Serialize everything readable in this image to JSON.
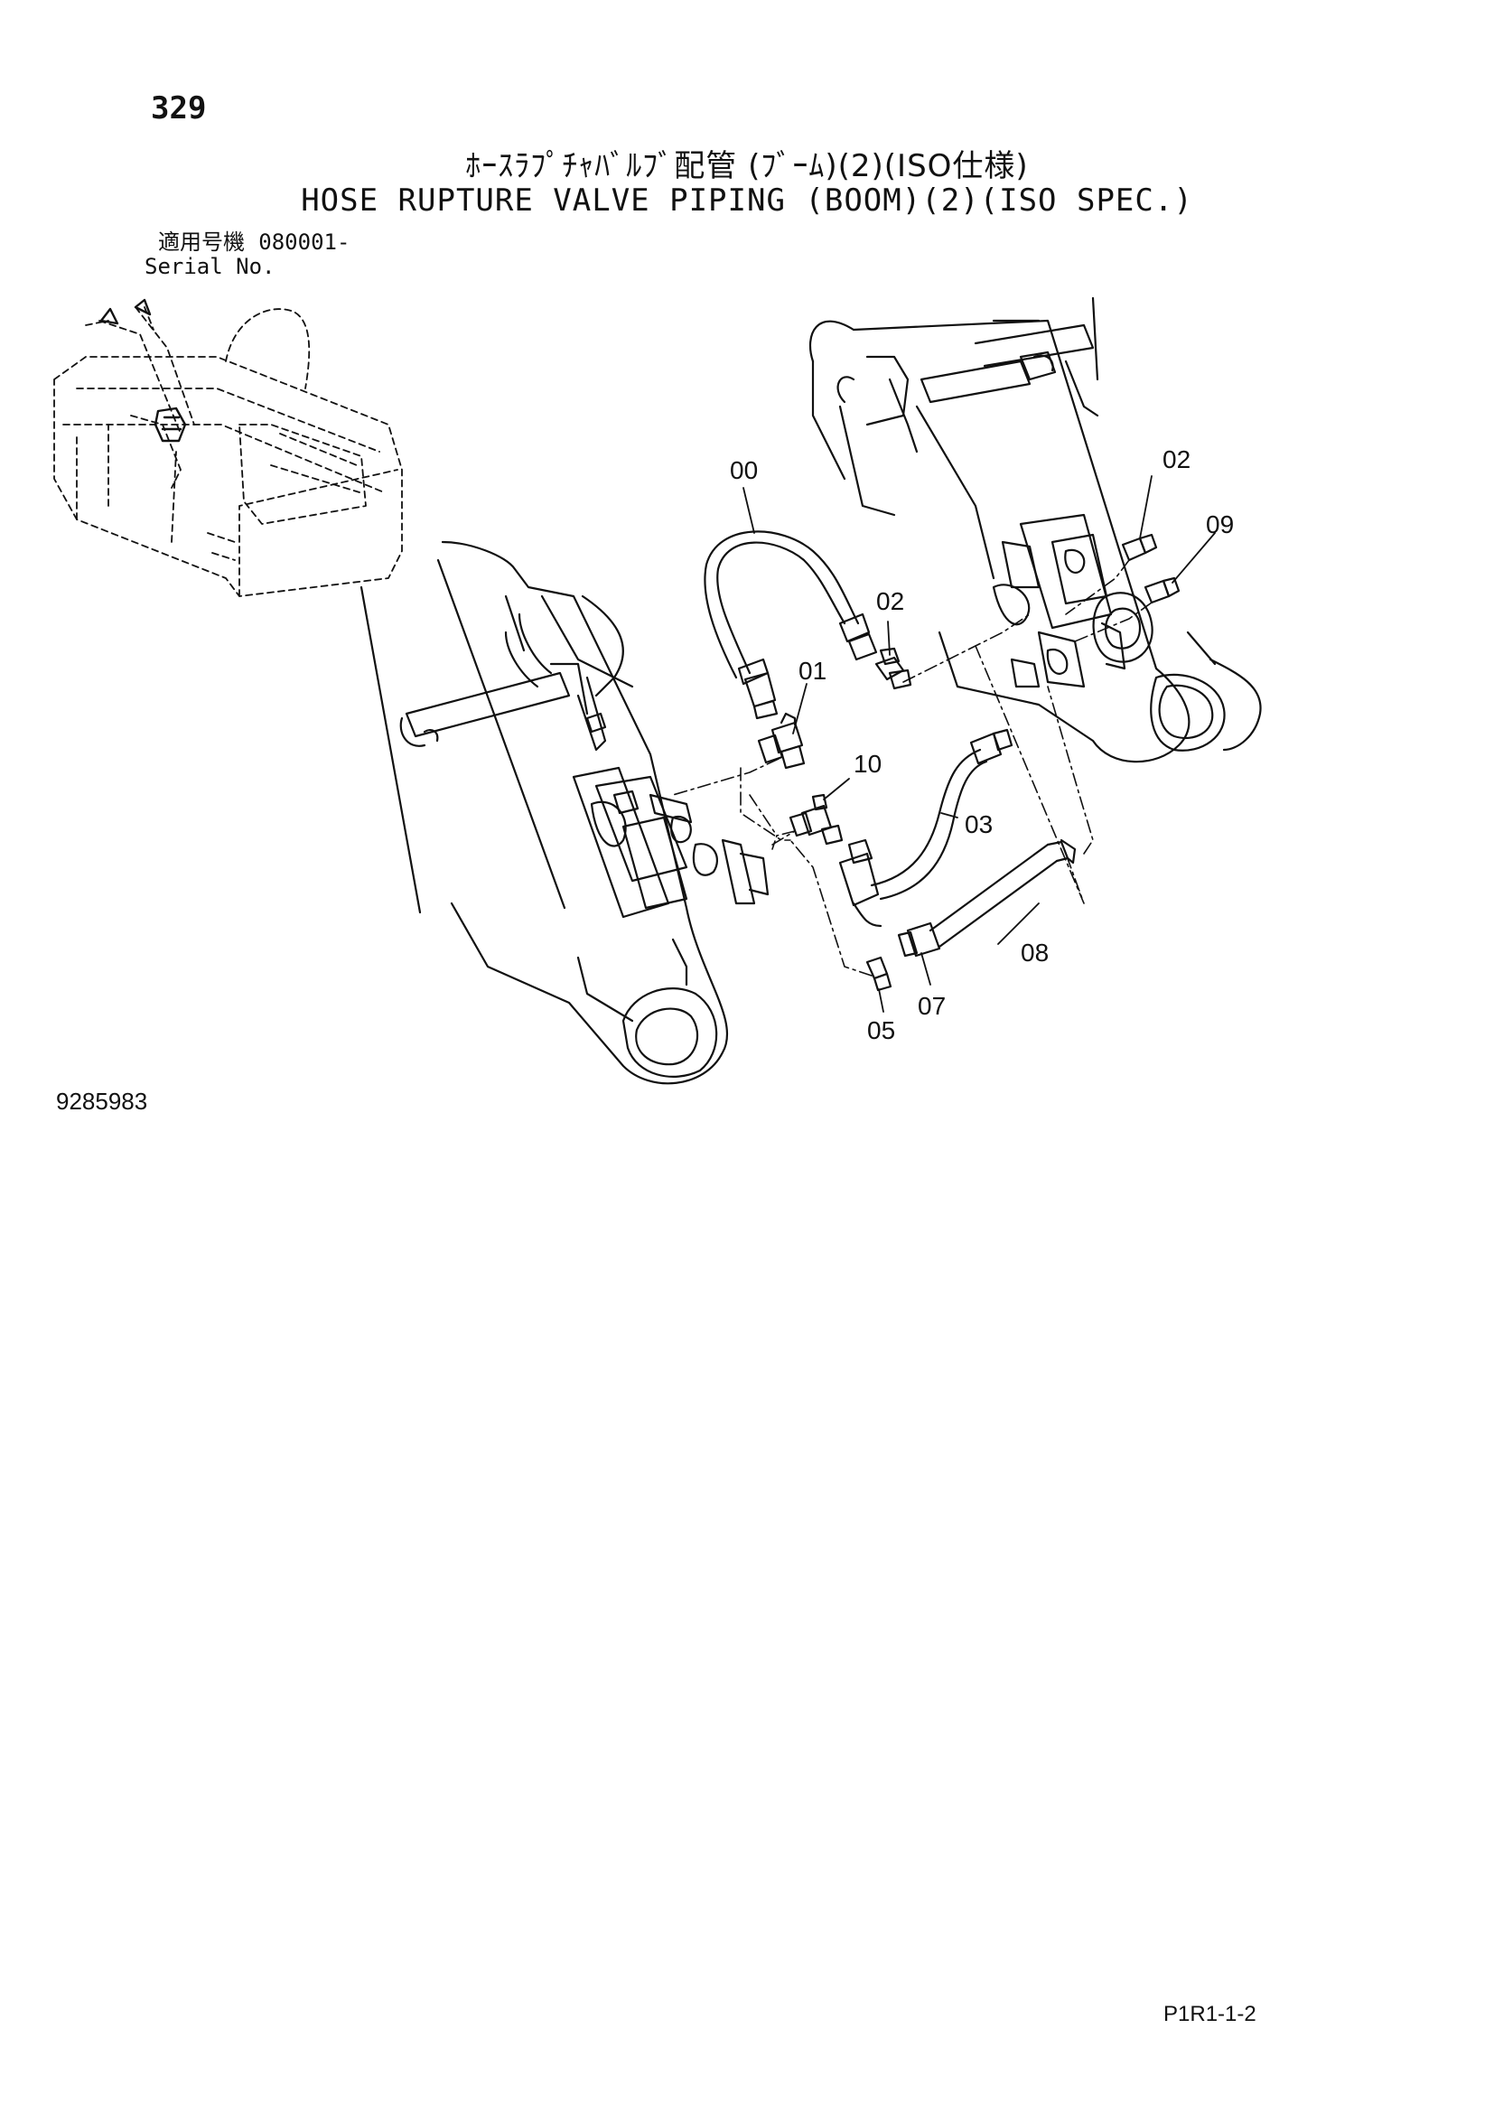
{
  "header": {
    "page_number": "329",
    "title_jp": "ﾎｰｽﾗﾌﾟﾁｬﾊﾞﾙﾌﾞ配管 (ﾌﾞｰﾑ)(2)(ISO仕様)",
    "title_en": "HOSE RUPTURE VALVE PIPING (BOOM)(2)(ISO SPEC.)",
    "serial_label_jp": "適用号機",
    "serial_value": "080001-",
    "serial_label_en": "Serial No."
  },
  "footer": {
    "figure_number": "9285983",
    "page_code": "P1R1-1-2"
  },
  "callouts": [
    {
      "id": "00",
      "label": "00"
    },
    {
      "id": "01",
      "label": "01"
    },
    {
      "id": "02a",
      "label": "02"
    },
    {
      "id": "02b",
      "label": "02"
    },
    {
      "id": "03",
      "label": "03"
    },
    {
      "id": "05",
      "label": "05"
    },
    {
      "id": "07",
      "label": "07"
    },
    {
      "id": "08",
      "label": "08"
    },
    {
      "id": "09",
      "label": "09"
    },
    {
      "id": "10",
      "label": "10"
    }
  ]
}
